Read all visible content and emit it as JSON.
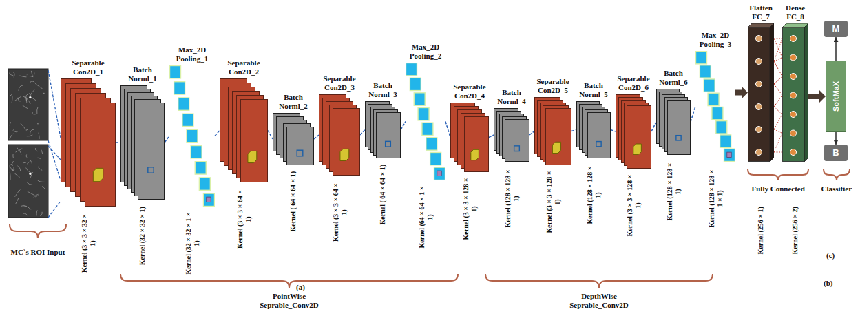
{
  "diagram": {
    "nodes": [
      {
        "text": [
          "Separable Con2D_1"
        ]
      },
      {
        "text": [
          "Batch Norml_1"
        ]
      },
      {
        "text": [
          "Max_2D Pooling_1"
        ]
      },
      {
        "text": [
          "Separable Con2D_2"
        ]
      },
      {
        "text": [
          "Batch Norml_2"
        ]
      },
      {
        "text": [
          "Separable Con2D_3"
        ]
      },
      {
        "text": [
          "Batch Norml_3"
        ]
      },
      {
        "text": [
          "Max_2D Pooling_2"
        ]
      },
      {
        "text": [
          "Separable Con2D_4"
        ]
      },
      {
        "text": [
          "Batch Norml_4"
        ]
      },
      {
        "text": [
          "Separable Con2D_5"
        ]
      },
      {
        "text": [
          "Batch Norml_5"
        ]
      },
      {
        "text": [
          "Separable Con2D_6"
        ]
      },
      {
        "text": [
          "Batch Norml_6"
        ]
      },
      {
        "text": [
          "Max_2D Pooling_3"
        ]
      },
      {
        "text": [
          "Flatten FC_7"
        ]
      },
      {
        "text": [
          "Dense FC_8"
        ]
      },
      {
        "text": [
          "M"
        ]
      },
      {
        "text": [
          "SoftMaX"
        ]
      },
      {
        "text": [
          "B"
        ]
      }
    ],
    "edges": [
      {
        "from": 0,
        "to": 1,
        "arrow": "none"
      },
      {
        "from": 1,
        "to": 2,
        "arrow": "none"
      },
      {
        "from": 2,
        "to": 3,
        "arrow": "none"
      },
      {
        "from": 3,
        "to": 4,
        "arrow": "none"
      },
      {
        "from": 4,
        "to": 5,
        "arrow": "none"
      },
      {
        "from": 5,
        "to": 6,
        "arrow": "none"
      },
      {
        "from": 6,
        "to": 7,
        "arrow": "none"
      },
      {
        "from": 7,
        "to": 8,
        "arrow": "none"
      },
      {
        "from": 8,
        "to": 9,
        "arrow": "none"
      },
      {
        "from": 9,
        "to": 10,
        "arrow": "none"
      },
      {
        "from": 10,
        "to": 11,
        "arrow": "none"
      },
      {
        "from": 11,
        "to": 12,
        "arrow": "none"
      },
      {
        "from": 12,
        "to": 13,
        "arrow": "none"
      },
      {
        "from": 13,
        "to": 14,
        "arrow": "none"
      },
      {
        "from": 14,
        "to": 15,
        "arrow": "to"
      },
      {
        "from": 15,
        "to": 16,
        "arrow": "none"
      },
      {
        "from": 16,
        "to": 18,
        "arrow": "to"
      },
      {
        "from": 18,
        "to": 17,
        "arrow": "to"
      },
      {
        "from": 18,
        "to": 19,
        "arrow": "to"
      }
    ],
    "labels": [
      "Kernel (3 × 3 × 32 × 1)",
      "Kernel (32 × 32 × 1)",
      "Kernel (32 × 32 × 1 × 1)",
      "Kernel (3 × 3 × 64 × 1)",
      "Kernel ( 64 × 64 × 1)",
      "Kernel (3 × 3 × 64 × 1)",
      "Kernel ( 64 × 64 × 1)",
      "Kernel (64 × 64 × 1 × 1)",
      "Kernel (3 × 3 × 128 × 1)",
      "Kernel (128 × 128 × 1)",
      "Kernel (3 × 3 × 128 × 1)",
      "Kernel (128 × 128 × 1)",
      "Kernel (3 × 3 × 128 × 1)",
      "Kernel (128 × 128 × 1)",
      "Kernel (128 × 128 × 1 × 1)",
      "Kernel (256 × 1)",
      "Kernel (256 × 2)",
      "MC`s ROI Input",
      "PointWise Seprable_Conv2D",
      "(a)",
      "DepthWise Seprable_Conv2D",
      "Fully Connected",
      "(b)",
      "Classifier",
      "(c)"
    ]
  }
}
